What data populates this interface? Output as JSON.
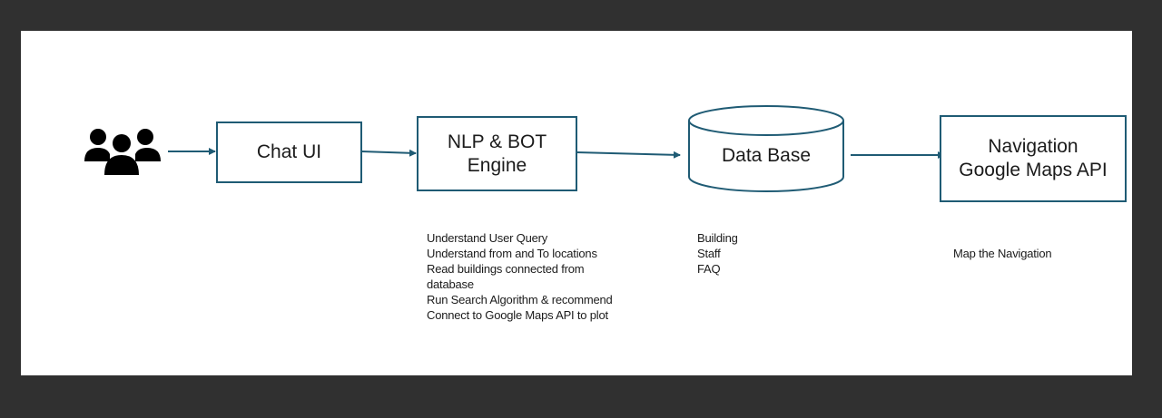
{
  "diagram": {
    "nodes": {
      "chat_ui": {
        "label": "Chat UI"
      },
      "nlp_engine": {
        "label": "NLP & BOT\nEngine"
      },
      "database": {
        "label": "Data Base"
      },
      "navigation": {
        "label": "Navigation\nGoogle Maps API"
      }
    },
    "notes": {
      "nlp_engine": [
        "Understand User Query",
        "Understand from and To locations",
        "Read buildings  connected from",
        "database",
        "Run Search Algorithm & recommend",
        "Connect to Google Maps API to plot"
      ],
      "database": [
        "Building",
        "Staff",
        "FAQ"
      ],
      "navigation": [
        "Map the Navigation"
      ]
    },
    "icons": {
      "users": "users-group-icon"
    },
    "colors": {
      "stroke": "#1f5b74",
      "icon": "#000000",
      "background": "#ffffff",
      "frame": "#303030"
    }
  }
}
